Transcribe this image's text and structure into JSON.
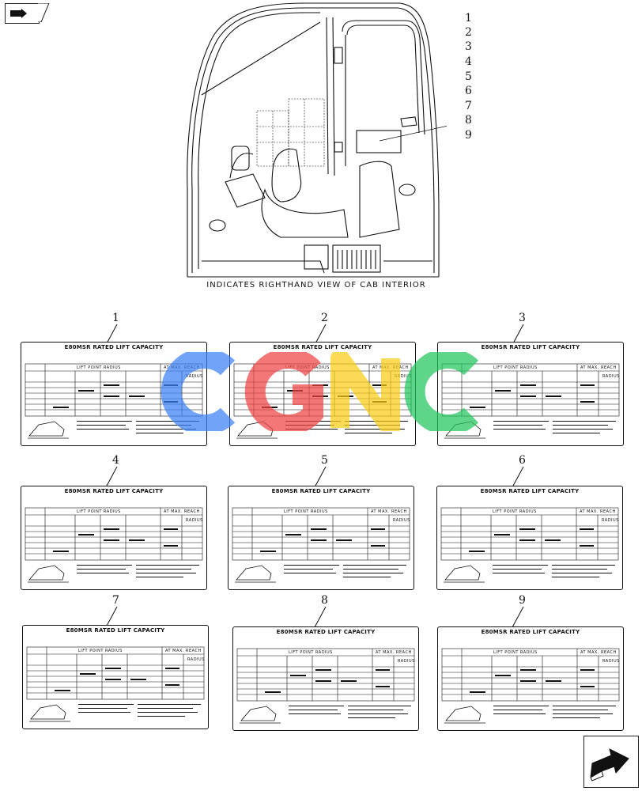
{
  "nav": {
    "back_icon": "hand-pointer-back-icon",
    "next_icon": "arrow-next-icon"
  },
  "figure": {
    "caption": "INDICATES RIGHTHAND VIEW OF CAB INTERIOR",
    "callouts": [
      "1",
      "2",
      "3",
      "4",
      "5",
      "6",
      "7",
      "8",
      "9"
    ]
  },
  "decals": [
    {
      "ref": "1",
      "title": "E80MSR RATED LIFT CAPACITY",
      "table_header": "LIFT POINT RADIUS",
      "reach_header": "AT MAX. REACH",
      "radius_label": "RADIUS"
    },
    {
      "ref": "2",
      "title": "E80MSR RATED LIFT CAPACITY",
      "table_header": "LIFT POINT RADIUS",
      "reach_header": "AT MAX. REACH",
      "radius_label": "RADIUS"
    },
    {
      "ref": "3",
      "title": "E80MSR RATED LIFT CAPACITY",
      "table_header": "LIFT POINT RADIUS",
      "reach_header": "AT MAX. REACH",
      "radius_label": "RADIUS"
    },
    {
      "ref": "4",
      "title": "E80MSR RATED LIFT CAPACITY",
      "table_header": "LIFT POINT RADIUS",
      "reach_header": "AT MAX. REACH",
      "radius_label": "RADIUS"
    },
    {
      "ref": "5",
      "title": "E80MSR RATED LIFT CAPACITY",
      "table_header": "LIFT POINT RADIUS",
      "reach_header": "AT MAX. REACH",
      "radius_label": "RADIUS"
    },
    {
      "ref": "6",
      "title": "E80MSR RATED LIFT CAPACITY",
      "table_header": "LIFT POINT RADIUS",
      "reach_header": "AT MAX. REACH",
      "radius_label": "RADIUS"
    },
    {
      "ref": "7",
      "title": "E80MSR RATED LIFT CAPACITY",
      "table_header": "LIFT POINT RADIUS",
      "reach_header": "AT MAX. REACH",
      "radius_label": "RADIUS"
    },
    {
      "ref": "8",
      "title": "E80MSR RATED LIFT CAPACITY",
      "table_header": "LIFT POINT RADIUS",
      "reach_header": "AT MAX. REACH",
      "radius_label": "RADIUS"
    },
    {
      "ref": "9",
      "title": "E80MSR RATED LIFT CAPACITY",
      "table_header": "LIFT POINT RADIUS",
      "reach_header": "AT MAX. REACH",
      "radius_label": "RADIUS"
    }
  ],
  "watermark": {
    "text": "CGNC",
    "colors": [
      "#3b82f6",
      "#ef4444",
      "#facc15",
      "#22c55e"
    ]
  }
}
